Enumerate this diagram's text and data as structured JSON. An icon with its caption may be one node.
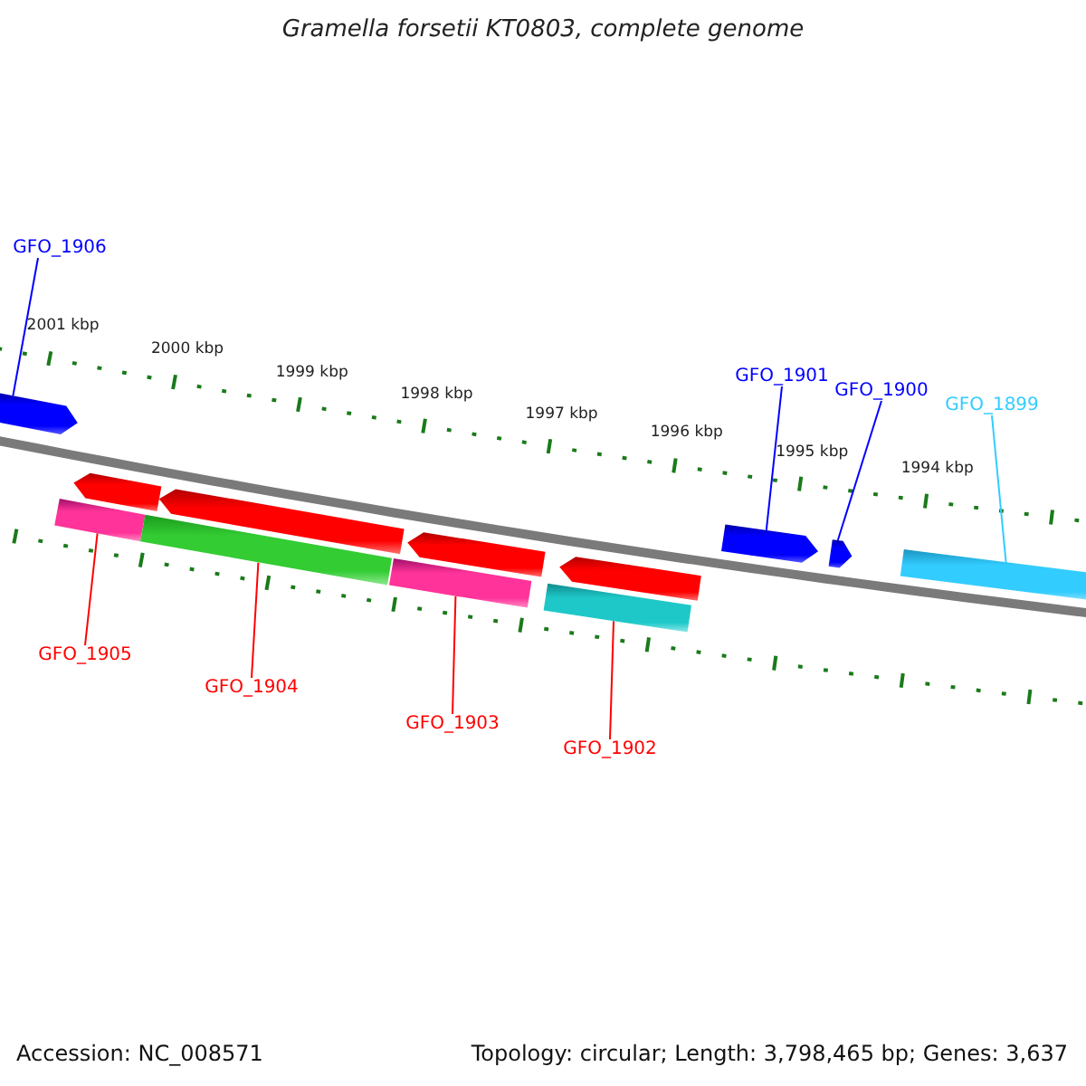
{
  "diagram": {
    "title": "Gramella forsetii KT0803, complete genome",
    "nodes": [
      {
        "text": [
          "GFO_1906"
        ]
      },
      {
        "text": [
          "GFO_1901"
        ]
      },
      {
        "text": [
          "GFO_1900"
        ]
      },
      {
        "text": [
          "GFO_1899"
        ]
      },
      {
        "text": [
          "GFO_1905"
        ]
      },
      {
        "text": [
          "GFO_1904"
        ]
      },
      {
        "text": [
          "GFO_1903"
        ]
      },
      {
        "text": [
          "GFO_1902"
        ]
      },
      {
        "text": [],
        "shape": "arrow"
      },
      {
        "text": [],
        "shape": "arrow"
      },
      {
        "text": [],
        "shape": "bar"
      },
      {
        "text": [],
        "shape": "arrow"
      },
      {
        "text": [],
        "shape": "bar"
      },
      {
        "text": [],
        "shape": "arrow"
      },
      {
        "text": [],
        "shape": "bar"
      },
      {
        "text": [],
        "shape": "arrow"
      },
      {
        "text": [],
        "shape": "bar"
      },
      {
        "text": [],
        "shape": "arrow"
      },
      {
        "text": [],
        "shape": "arrow"
      },
      {
        "text": [],
        "shape": "bar"
      }
    ],
    "edges": [
      {
        "from": 0,
        "to": 8,
        "arrow": "none",
        "color": "#0000ff"
      },
      {
        "from": 1,
        "to": 17,
        "arrow": "none",
        "color": "#0000ff"
      },
      {
        "from": 2,
        "to": 18,
        "arrow": "none",
        "color": "#0000ff"
      },
      {
        "from": 3,
        "to": 19,
        "arrow": "none",
        "color": "#33ccff"
      },
      {
        "from": 4,
        "to": 10,
        "arrow": "none"
      },
      {
        "from": 5,
        "to": 12,
        "arrow": "none"
      },
      {
        "from": 6,
        "to": 14,
        "arrow": "none"
      },
      {
        "from": 7,
        "to": 16,
        "arrow": "none"
      }
    ],
    "labels": [
      "2001 kbp",
      "2000 kbp",
      "1999 kbp",
      "1998 kbp",
      "1997 kbp",
      "1996 kbp",
      "1995 kbp",
      "1994 kbp",
      "Accession: NC_008571",
      "Topology: circular; Length: 3,798,465 bp; Genes: 3,637"
    ]
  }
}
